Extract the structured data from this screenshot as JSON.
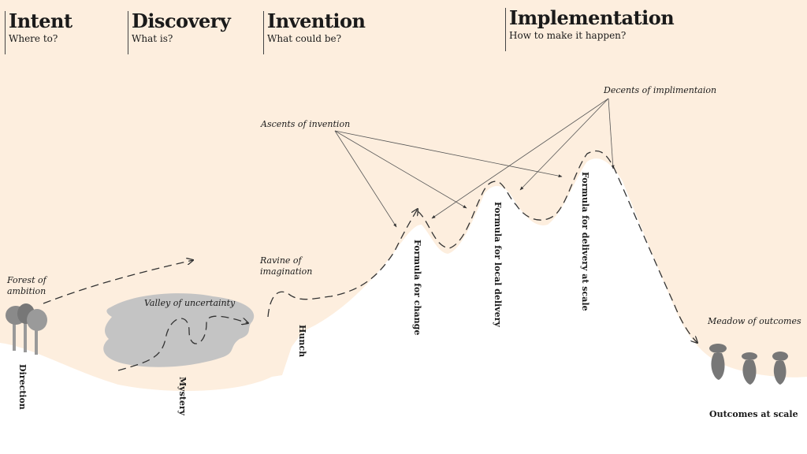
{
  "phases": [
    {
      "title": "Intent",
      "subtitle": "Where to?"
    },
    {
      "title": "Discovery",
      "subtitle": "What is?"
    },
    {
      "title": "Invention",
      "subtitle": "What could be?"
    },
    {
      "title": "Implementation",
      "subtitle": "How to make it happen?"
    }
  ],
  "annotations": {
    "forest": "Forest of ambition",
    "valley": "Valley of uncertainty",
    "ravine": "Ravine of imagination",
    "ascents": "Ascents of invention",
    "descents": "Decents of implimentaion",
    "meadow": "Meadow of outcomes"
  },
  "milestones": {
    "direction": "Direction",
    "mystery": "Mystery",
    "hunch": "Hunch",
    "formula_change": "Formula for change",
    "formula_local": "Formula for local delivery",
    "formula_scale": "Formula for delivery at scale",
    "outcomes": "Outcomes at scale"
  },
  "colors": {
    "background": "#fdeede",
    "landscape": "#ffffff",
    "valley_fog": "#c4c4c4",
    "trees": "#8a8a8a",
    "flowers": "#777777",
    "path": "#333333"
  }
}
